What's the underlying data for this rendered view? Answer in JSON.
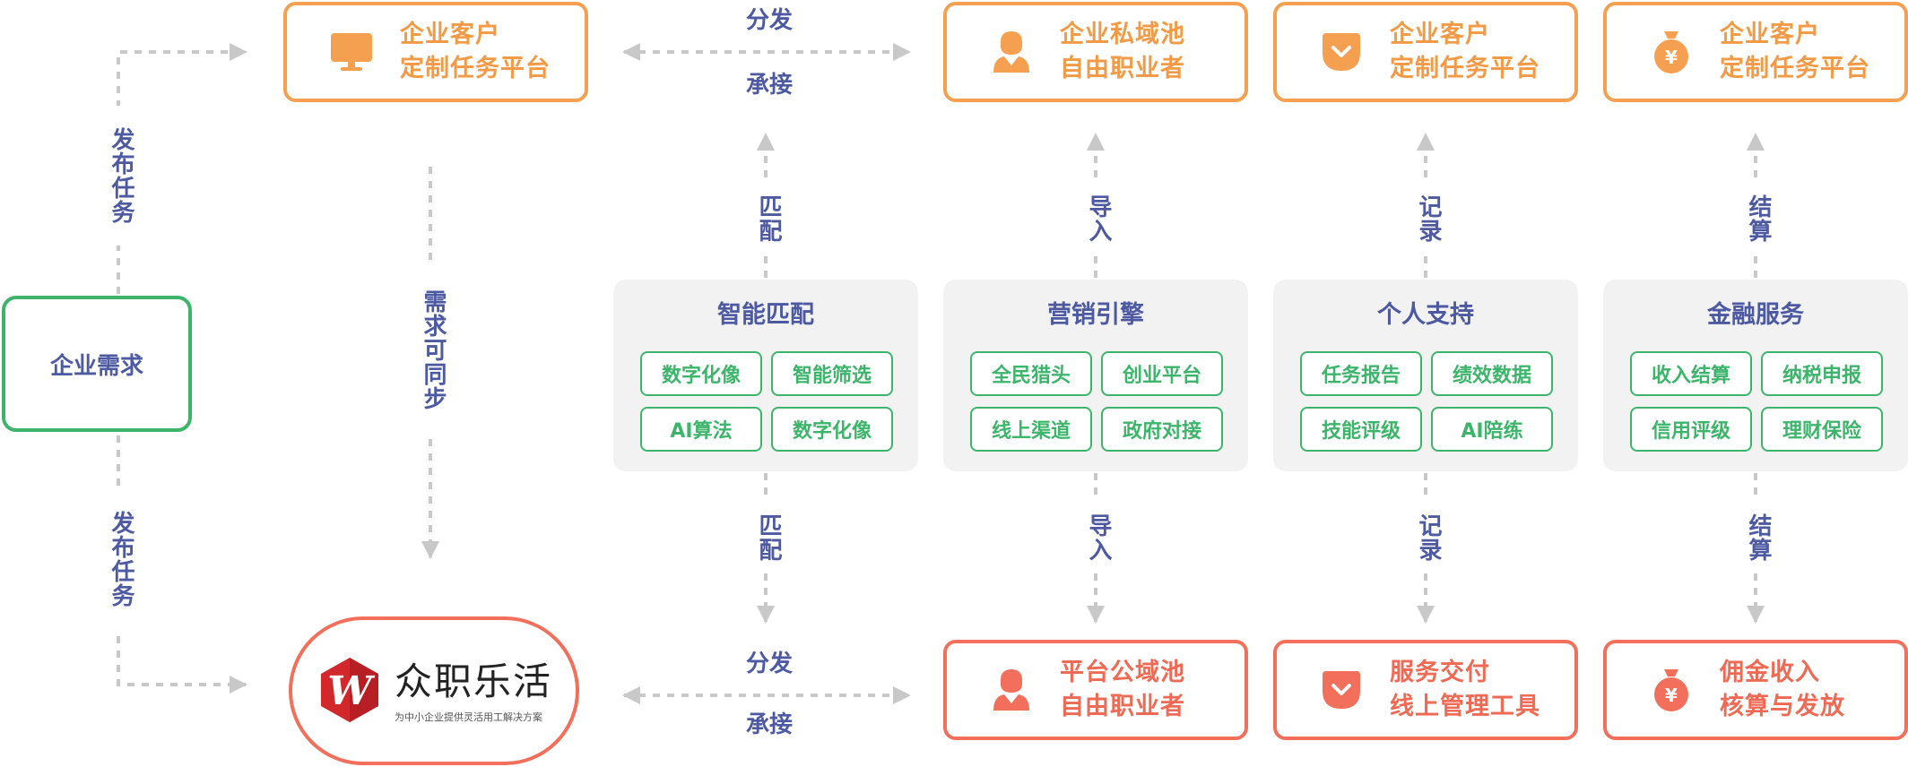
{
  "left": {
    "demand": "企业需求",
    "publish_upper": "发布任务",
    "publish_lower": "发布任务"
  },
  "center": {
    "sync_label": "需求可同步",
    "distribute_top": "分发",
    "accept_top": "承接",
    "distribute_bottom": "分发",
    "accept_bottom": "承接"
  },
  "top_boxes": [
    {
      "line1": "企业客户",
      "line2": "定制任务平台",
      "icon": "monitor-icon"
    },
    {
      "line1": "企业私域池",
      "line2": "自由职业者",
      "icon": "person-icon"
    },
    {
      "line1": "企业客户",
      "line2": "定制任务平台",
      "icon": "pocket-check-icon"
    },
    {
      "line1": "企业客户",
      "line2": "定制任务平台",
      "icon": "money-bag-icon"
    }
  ],
  "bottom_boxes": [
    {
      "line1": "平台公域池",
      "line2": "自由职业者",
      "icon": "person-icon"
    },
    {
      "line1": "服务交付",
      "line2": "线上管理工具",
      "icon": "pocket-check-icon"
    },
    {
      "line1": "佣金收入",
      "line2": "核算与发放",
      "icon": "money-bag-icon"
    }
  ],
  "panels": [
    {
      "title": "智能匹配",
      "chips": [
        "数字化像",
        "智能筛选",
        "AI算法",
        "数字化像"
      ],
      "link_label": "匹配"
    },
    {
      "title": "营销引擎",
      "chips": [
        "全民猎头",
        "创业平台",
        "线上渠道",
        "政府对接"
      ],
      "link_label": "导入"
    },
    {
      "title": "个人支持",
      "chips": [
        "任务报告",
        "绩效数据",
        "技能评级",
        "AI陪练"
      ],
      "link_label": "记录"
    },
    {
      "title": "金融服务",
      "chips": [
        "收入结算",
        "纳税申报",
        "信用评级",
        "理财保险"
      ],
      "link_label": "结算"
    }
  ],
  "logo": {
    "name": "众职乐活",
    "slogan": "为中小企业提供灵活用工解决方案"
  },
  "colors": {
    "orange": "#f5a051",
    "red": "#f16f5b",
    "green": "#3cb56b",
    "indigo": "#4d5aa1",
    "panel_bg": "#f2f2f2",
    "connector": "#c8c8c8"
  }
}
